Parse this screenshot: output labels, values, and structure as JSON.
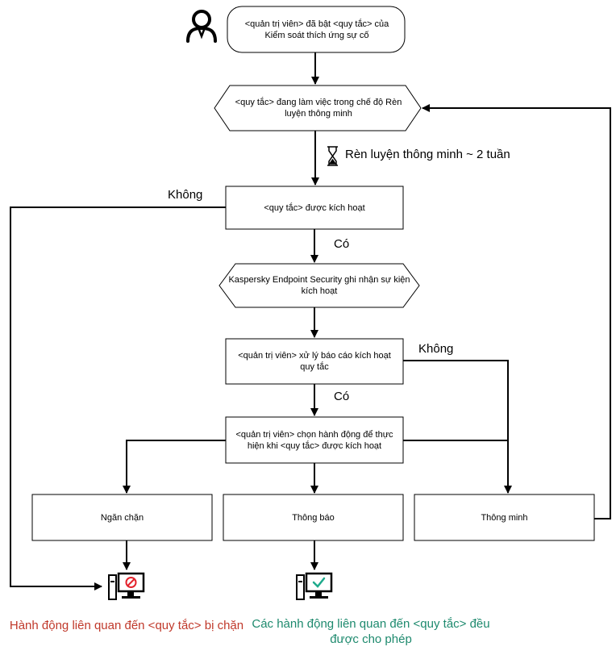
{
  "nodes": {
    "rule_enabled": "<quản trị viên> đã bật <quy tắc> của Kiểm soát thích ứng sự cố",
    "smart_training": "<quy tắc> đang làm việc trong chế độ Rèn luyện thông minh",
    "rule_triggered": "<quy tắc> được kích hoạt",
    "kes_logs": "Kaspersky Endpoint Security ghi nhận sự kiện kích hoạt",
    "admin_processes": "<quản trị viên> xử lý báo cáo kích hoạt quy tắc",
    "admin_chooses": "<quản trị viên> chọn hành động để thực hiện khi <quy tắc> được kích hoạt",
    "block": "Ngăn chặn",
    "notify": "Thông báo",
    "smart": "Thông minh"
  },
  "labels": {
    "duration": "Rèn luyện thông minh ~ 2 tuần",
    "no_1": "Không",
    "yes_1": "Có",
    "no_2": "Không",
    "yes_2": "Có"
  },
  "outcomes": {
    "blocked": "Hành động liên quan đến <quy tắc> bị chặn",
    "allowed": "Các hành động liên quan đến <quy tắc> đều được cho phép"
  },
  "colors": {
    "blocked": "#c0392b",
    "allowed": "#1e8a6e",
    "block_icon": "#e3232c",
    "allow_icon": "#1eaa8c"
  }
}
